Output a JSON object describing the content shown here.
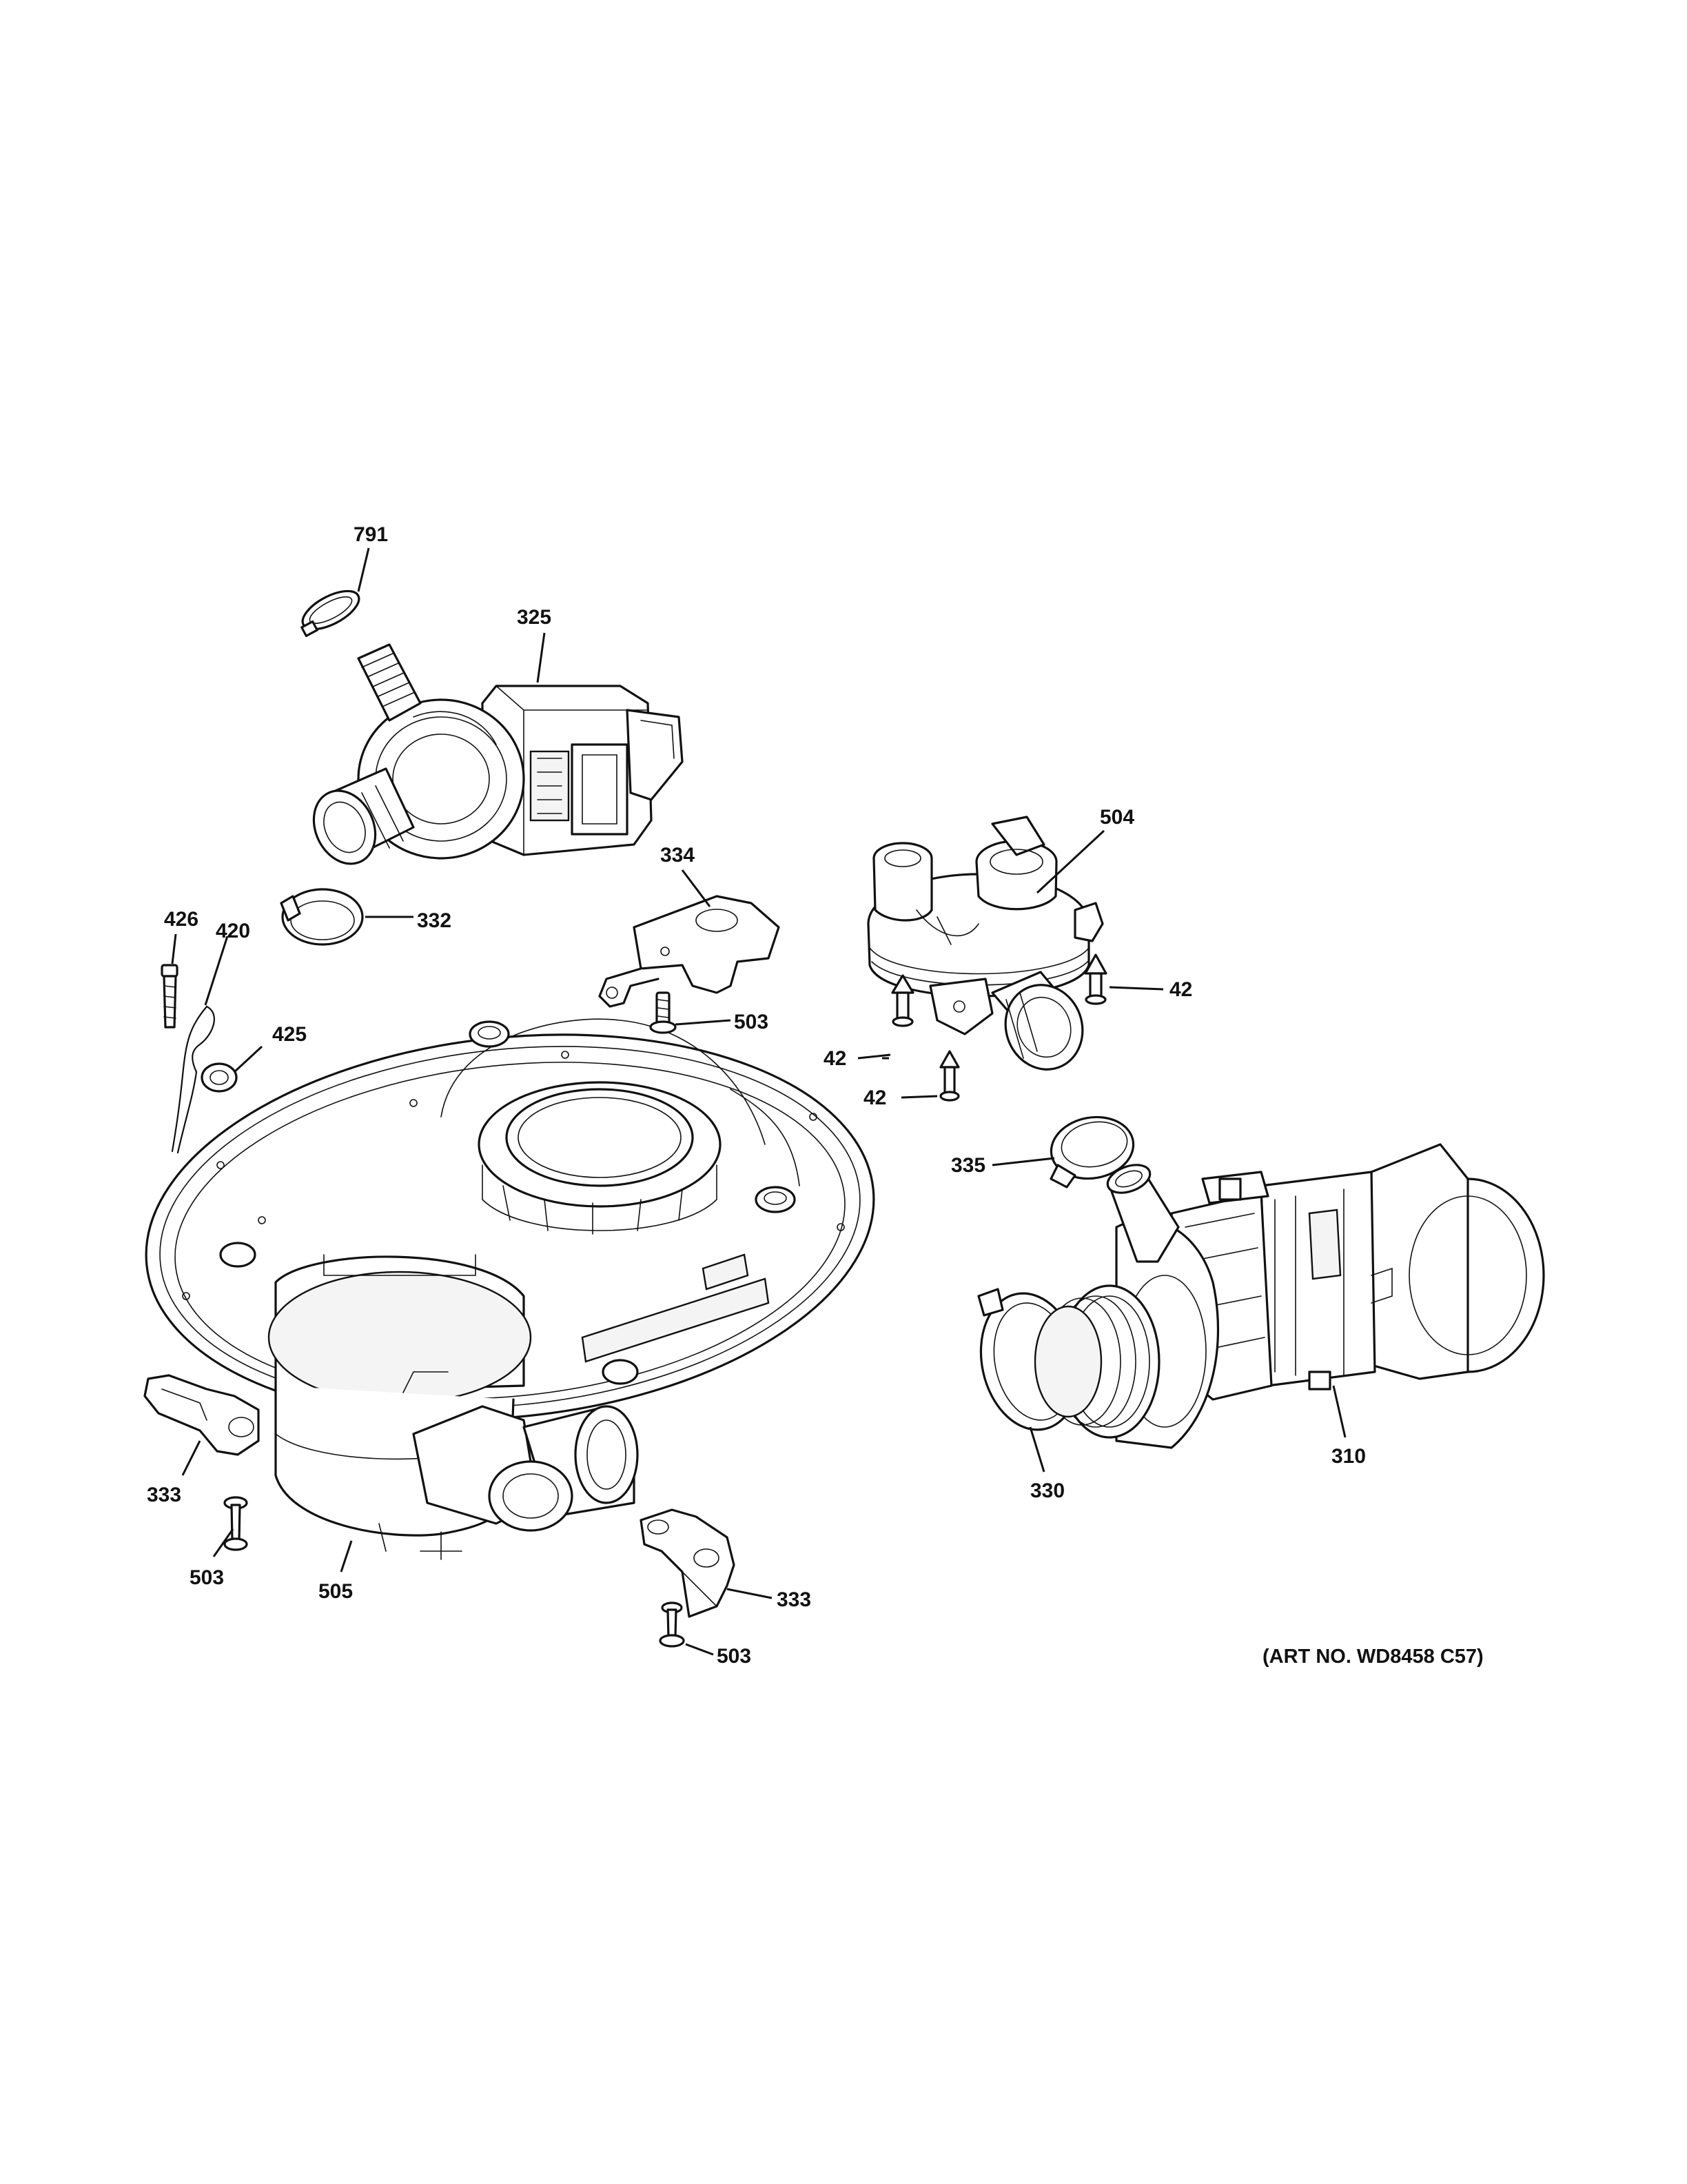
{
  "callouts": [
    {
      "id": "c791",
      "label": "791"
    },
    {
      "id": "c325",
      "label": "325"
    },
    {
      "id": "c334",
      "label": "334"
    },
    {
      "id": "c504",
      "label": "504"
    },
    {
      "id": "c426",
      "label": "426"
    },
    {
      "id": "c332",
      "label": "332"
    },
    {
      "id": "c420",
      "label": "420"
    },
    {
      "id": "c425",
      "label": "425"
    },
    {
      "id": "c503a",
      "label": "503"
    },
    {
      "id": "c42a",
      "label": "42"
    },
    {
      "id": "c42b",
      "label": "42"
    },
    {
      "id": "c42c",
      "label": "42"
    },
    {
      "id": "c335",
      "label": "335"
    },
    {
      "id": "c333a",
      "label": "333"
    },
    {
      "id": "c330",
      "label": "330"
    },
    {
      "id": "c310",
      "label": "310"
    },
    {
      "id": "c503b",
      "label": "503"
    },
    {
      "id": "c505",
      "label": "505"
    },
    {
      "id": "c333b",
      "label": "333"
    },
    {
      "id": "c503c",
      "label": "503"
    }
  ],
  "art_number": "(ART NO. WD8458 C57)",
  "colors": {
    "line": "#111111",
    "background": "#ffffff"
  }
}
